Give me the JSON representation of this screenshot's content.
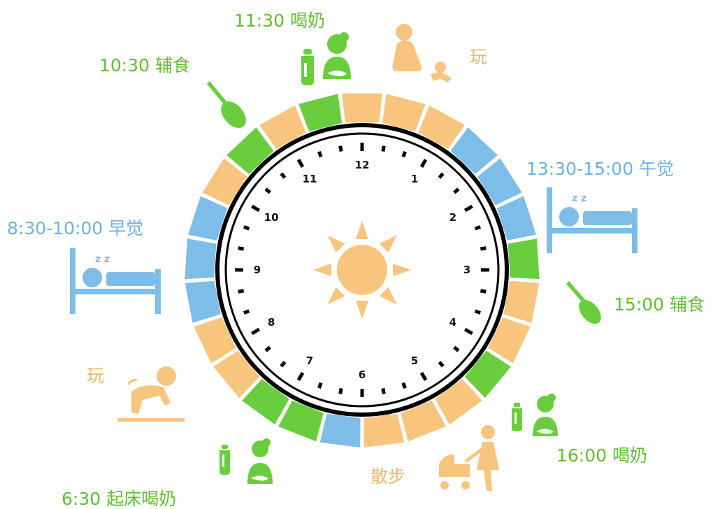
{
  "colors": {
    "orange": "#F8C57F",
    "green": "#6ACD3E",
    "blue": "#7DBDE8",
    "label_orange": "#F2B56A",
    "label_green": "#5FBF2F",
    "label_blue": "#6EB0E3"
  },
  "ring_segments": [
    "orange",
    "orange",
    "orange",
    "blue",
    "blue",
    "blue",
    "green",
    "orange",
    "orange",
    "green",
    "orange",
    "orange",
    "orange",
    "blue",
    "green",
    "green",
    "orange",
    "orange",
    "blue",
    "blue",
    "blue",
    "orange",
    "green",
    "orange",
    "green"
  ],
  "clock": {
    "numbers": [
      "12",
      "1",
      "2",
      "3",
      "4",
      "5",
      "6",
      "7",
      "8",
      "9",
      "10",
      "11"
    ],
    "center_icon": "sun-icon"
  },
  "labels": {
    "milk_1130": "11:30 喝奶",
    "food_1030": "10:30 辅食",
    "play_top": "玩",
    "nap_afternoon": "13:30-15:00 午觉",
    "nap_morning": "8:30-10:00 早觉",
    "food_1500": "15:00 辅食",
    "play_left": "玩",
    "milk_1600": "16:00 喝奶",
    "walk": "散步",
    "wake_630": "6:30 起床喝奶"
  },
  "icons": {
    "spoon": "spoon-icon",
    "bottle": "baby-bottle-icon",
    "mother_feeding": "mother-feeding-icon",
    "bed": "bed-sleep-icon",
    "crawling_baby": "crawling-baby-icon",
    "stroller": "stroller-walk-icon",
    "mother_play": "mother-baby-play-icon"
  }
}
